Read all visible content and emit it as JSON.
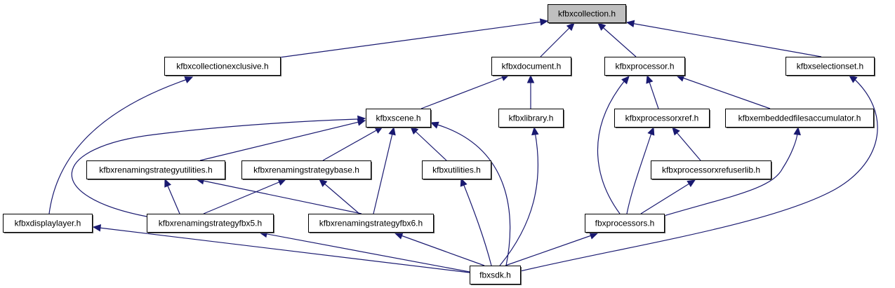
{
  "diagram": {
    "type": "include-dependency-graph",
    "root": "kfbxcollection.h",
    "colors": {
      "edge": "#191970",
      "root_fill": "#bfbfbf",
      "node_fill": "#ffffff",
      "border": "#000000"
    },
    "nodes": [
      {
        "id": "kfbxcollection",
        "label": "kfbxcollection.h",
        "root": true
      },
      {
        "id": "kfbxcollectionexclusive",
        "label": "kfbxcollectionexclusive.h"
      },
      {
        "id": "kfbxdocument",
        "label": "kfbxdocument.h"
      },
      {
        "id": "kfbxprocessor",
        "label": "kfbxprocessor.h"
      },
      {
        "id": "kfbxselectionset",
        "label": "kfbxselectionset.h"
      },
      {
        "id": "kfbxscene",
        "label": "kfbxscene.h"
      },
      {
        "id": "kfbxlibrary",
        "label": "kfbxlibrary.h"
      },
      {
        "id": "kfbxprocessorxref",
        "label": "kfbxprocessorxref.h"
      },
      {
        "id": "kfbxembeddedfilesaccumulator",
        "label": "kfbxembeddedfilesaccumulator.h"
      },
      {
        "id": "kfbxrenamingstrategyutilities",
        "label": "kfbxrenamingstrategyutilities.h"
      },
      {
        "id": "kfbxrenamingstrategybase",
        "label": "kfbxrenamingstrategybase.h"
      },
      {
        "id": "kfbxutilities",
        "label": "kfbxutilities.h"
      },
      {
        "id": "kfbxprocessorxrefuserlib",
        "label": "kfbxprocessorxrefuserlib.h"
      },
      {
        "id": "kfbxdisplaylayer",
        "label": "kfbxdisplaylayer.h"
      },
      {
        "id": "kfbxrenamingstrategyfbx5",
        "label": "kfbxrenamingstrategyfbx5.h"
      },
      {
        "id": "kfbxrenamingstrategyfbx6",
        "label": "kfbxrenamingstrategyfbx6.h"
      },
      {
        "id": "fbxprocessors",
        "label": "fbxprocessors.h"
      },
      {
        "id": "fbxsdk",
        "label": "fbxsdk.h"
      }
    ],
    "edges": [
      {
        "from": "kfbxcollectionexclusive",
        "to": "kfbxcollection"
      },
      {
        "from": "kfbxdocument",
        "to": "kfbxcollection"
      },
      {
        "from": "kfbxprocessor",
        "to": "kfbxcollection"
      },
      {
        "from": "kfbxselectionset",
        "to": "kfbxcollection"
      },
      {
        "from": "kfbxdisplaylayer",
        "to": "kfbxcollectionexclusive"
      },
      {
        "from": "kfbxscene",
        "to": "kfbxdocument"
      },
      {
        "from": "kfbxlibrary",
        "to": "kfbxdocument"
      },
      {
        "from": "fbxprocessors",
        "to": "kfbxprocessor"
      },
      {
        "from": "kfbxprocessorxref",
        "to": "kfbxprocessor"
      },
      {
        "from": "kfbxembeddedfilesaccumulator",
        "to": "kfbxprocessor"
      },
      {
        "from": "fbxsdk",
        "to": "kfbxselectionset"
      },
      {
        "from": "kfbxrenamingstrategyfbx5",
        "to": "kfbxscene"
      },
      {
        "from": "kfbxrenamingstrategyutilities",
        "to": "kfbxscene"
      },
      {
        "from": "kfbxrenamingstrategybase",
        "to": "kfbxscene"
      },
      {
        "from": "kfbxrenamingstrategyfbx6",
        "to": "kfbxscene"
      },
      {
        "from": "kfbxutilities",
        "to": "kfbxscene"
      },
      {
        "from": "fbxsdk",
        "to": "kfbxscene"
      },
      {
        "from": "fbxsdk",
        "to": "kfbxlibrary"
      },
      {
        "from": "fbxprocessors",
        "to": "kfbxprocessorxref"
      },
      {
        "from": "kfbxprocessorxrefuserlib",
        "to": "kfbxprocessorxref"
      },
      {
        "from": "fbxprocessors",
        "to": "kfbxembeddedfilesaccumulator"
      },
      {
        "from": "kfbxrenamingstrategyfbx5",
        "to": "kfbxrenamingstrategyutilities"
      },
      {
        "from": "kfbxrenamingstrategyfbx6",
        "to": "kfbxrenamingstrategyutilities"
      },
      {
        "from": "kfbxrenamingstrategyfbx5",
        "to": "kfbxrenamingstrategybase"
      },
      {
        "from": "kfbxrenamingstrategyfbx6",
        "to": "kfbxrenamingstrategybase"
      },
      {
        "from": "fbxsdk",
        "to": "kfbxutilities"
      },
      {
        "from": "fbxprocessors",
        "to": "kfbxprocessorxrefuserlib"
      },
      {
        "from": "fbxsdk",
        "to": "kfbxdisplaylayer"
      },
      {
        "from": "fbxsdk",
        "to": "kfbxrenamingstrategyfbx5"
      },
      {
        "from": "fbxsdk",
        "to": "kfbxrenamingstrategyfbx6"
      },
      {
        "from": "fbxsdk",
        "to": "fbxprocessors"
      }
    ]
  }
}
